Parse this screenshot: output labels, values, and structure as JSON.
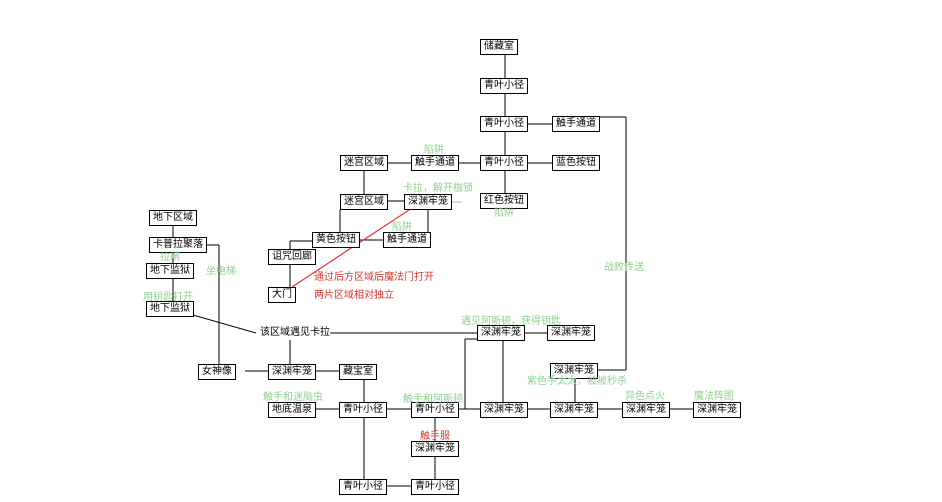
{
  "nodes": [
    {
      "id": "n1",
      "label": "储藏室"
    },
    {
      "id": "n2",
      "label": "青叶小径"
    },
    {
      "id": "n3",
      "label": "青叶小径"
    },
    {
      "id": "n4",
      "label": "触手通道"
    },
    {
      "id": "n5",
      "label": "迷宫区域"
    },
    {
      "id": "n6",
      "label": "触手通道"
    },
    {
      "id": "n7",
      "label": "青叶小径"
    },
    {
      "id": "n8",
      "label": "蓝色按钮"
    },
    {
      "id": "n9",
      "label": "红色按钮"
    },
    {
      "id": "n10",
      "label": "迷宫区域"
    },
    {
      "id": "n11",
      "label": "深渊牢笼"
    },
    {
      "id": "n12",
      "label": "黄色按钮"
    },
    {
      "id": "n13",
      "label": "触手通道"
    },
    {
      "id": "n14",
      "label": "地下区域"
    },
    {
      "id": "n15",
      "label": "卡普拉聚落"
    },
    {
      "id": "n16",
      "label": "诅咒回廊"
    },
    {
      "id": "n17",
      "label": "地下监狱"
    },
    {
      "id": "n18",
      "label": "大门"
    },
    {
      "id": "n19",
      "label": "地下监狱"
    },
    {
      "id": "n20",
      "label": "该区域遇见卡拉"
    },
    {
      "id": "n21",
      "label": "深渊牢笼"
    },
    {
      "id": "n22",
      "label": "深渊牢笼"
    },
    {
      "id": "n23",
      "label": "深渊牢笼"
    },
    {
      "id": "n24",
      "label": "女神像"
    },
    {
      "id": "n25",
      "label": "深渊牢笼"
    },
    {
      "id": "n26",
      "label": "藏宝室"
    },
    {
      "id": "n27",
      "label": "地底温泉"
    },
    {
      "id": "n28",
      "label": "青叶小径"
    },
    {
      "id": "n29",
      "label": "青叶小径"
    },
    {
      "id": "n30",
      "label": "深渊牢笼"
    },
    {
      "id": "n31",
      "label": "深渊牢笼"
    },
    {
      "id": "n32",
      "label": "深渊牢笼"
    },
    {
      "id": "n33",
      "label": "深渊牢笼"
    },
    {
      "id": "n34",
      "label": "深渊牢笼"
    },
    {
      "id": "n35",
      "label": "青叶小径"
    },
    {
      "id": "n36",
      "label": "青叶小径"
    }
  ],
  "annotations": [
    {
      "id": "a1",
      "text": "陷阱",
      "tone": "green"
    },
    {
      "id": "a2",
      "text": "卡拉，解开枷锁",
      "tone": "green"
    },
    {
      "id": "a3",
      "text": "陷阱",
      "tone": "green"
    },
    {
      "id": "a4",
      "text": "陷阱",
      "tone": "green"
    },
    {
      "id": "a5",
      "text": "战败传送",
      "tone": "green"
    },
    {
      "id": "a6",
      "text": "坐电梯",
      "tone": "green"
    },
    {
      "id": "a7",
      "text": "拉闸",
      "tone": "green"
    },
    {
      "id": "a8",
      "text": "用钥匙打开",
      "tone": "green"
    },
    {
      "id": "a9",
      "text": "通过后方区域后魔法门打开",
      "tone": "red"
    },
    {
      "id": "a10",
      "text": "两片区域相对独立",
      "tone": "red"
    },
    {
      "id": "a11",
      "text": "遇见阿斯顿，获得钥匙",
      "tone": "green"
    },
    {
      "id": "a12",
      "text": "紫色手太太，被被秒杀",
      "tone": "green"
    },
    {
      "id": "a13",
      "text": "触手和迷脑虫",
      "tone": "green"
    },
    {
      "id": "a14",
      "text": "触手和阿斯顿",
      "tone": "green"
    },
    {
      "id": "a15",
      "text": "异色点火",
      "tone": "green"
    },
    {
      "id": "a16",
      "text": "魔法阵图",
      "tone": "green"
    },
    {
      "id": "a17",
      "text": "触手服",
      "tone": "red"
    }
  ],
  "colors": {
    "edge": "#000000",
    "highlight_edge": "#e0342c",
    "note_green": "#8fd18f",
    "note_red": "#e0342c"
  }
}
